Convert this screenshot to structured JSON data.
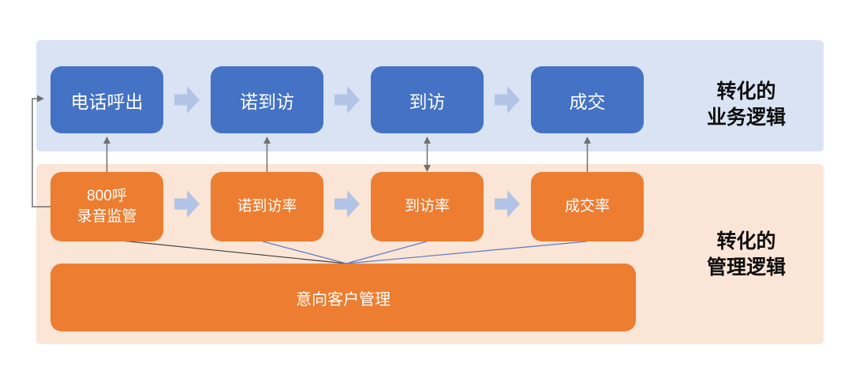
{
  "business_flow": {
    "label": [
      "转化的",
      "业务逻辑"
    ],
    "steps": [
      "电话呼出",
      "诺到访",
      "到访",
      "成交"
    ]
  },
  "management_flow": {
    "label": [
      "转化的",
      "管理逻辑"
    ],
    "steps": [
      {
        "lines": [
          "800呼",
          "录音监管"
        ]
      },
      {
        "lines": [
          "诺到访率"
        ]
      },
      {
        "lines": [
          "到访率"
        ]
      },
      {
        "lines": [
          "成交率"
        ]
      }
    ],
    "base": "意向客户管理"
  },
  "colors": {
    "step_blue": "#4472C4",
    "band_blue": "#DAE3F3",
    "step_orange": "#ED7D31",
    "band_orange": "#FBE5D6",
    "block_arrow": "#B1C4E7",
    "connector_gray": "#707070",
    "connector_dark": "#3F3F3F",
    "connector_blue": "#5B79C0",
    "box_text": "#FFFFFF",
    "label_text": "#0D0D0D"
  }
}
